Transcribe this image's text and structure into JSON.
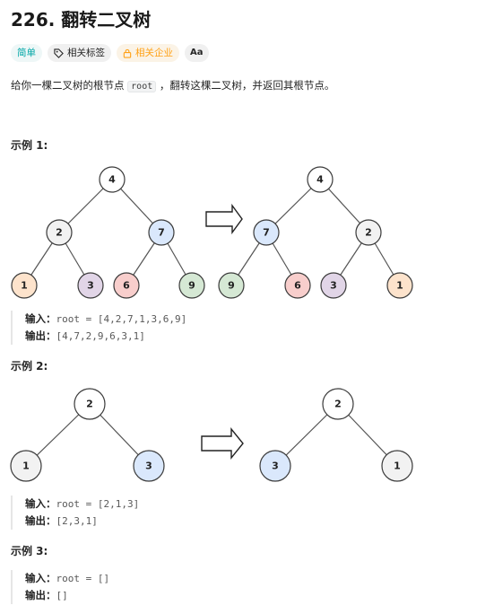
{
  "problem": {
    "title": "226. 翻转二叉树",
    "tags": {
      "difficulty": "简单",
      "topics": "相关标签",
      "companies": "相关企业",
      "lang": "Aa"
    },
    "description": {
      "before": "给你一棵二叉树的根节点",
      "code": "root",
      "after": "，翻转这棵二叉树，并返回其根节点。"
    }
  },
  "examples": [
    {
      "title": "示例 1:",
      "input_label": "输入：",
      "input_value": "root = [4,2,7,1,3,6,9]",
      "output_label": "输出：",
      "output_value": "[4,7,2,9,6,3,1]",
      "tree_before": [
        "4",
        "2",
        "7",
        "1",
        "3",
        "6",
        "9"
      ],
      "tree_after": [
        "4",
        "7",
        "2",
        "9",
        "6",
        "3",
        "1"
      ]
    },
    {
      "title": "示例 2:",
      "input_label": "输入：",
      "input_value": "root = [2,1,3]",
      "output_label": "输出：",
      "output_value": "[2,3,1]",
      "tree_before": [
        "2",
        "1",
        "3"
      ],
      "tree_after": [
        "2",
        "3",
        "1"
      ]
    },
    {
      "title": "示例 3:",
      "input_label": "输入：",
      "input_value": "root = []",
      "output_label": "输出：",
      "output_value": "[]"
    }
  ],
  "colors": {
    "white": "#ffffff",
    "peach": "#fde3cc",
    "lavender": "#e1d5e7",
    "pink": "#f8cecc",
    "green": "#d5e8d4",
    "blue": "#dae8fc",
    "gray": "#f2f2f2",
    "blue2": "#dae8fc",
    "easy": "#00a6a6",
    "company": "#ffa116"
  }
}
